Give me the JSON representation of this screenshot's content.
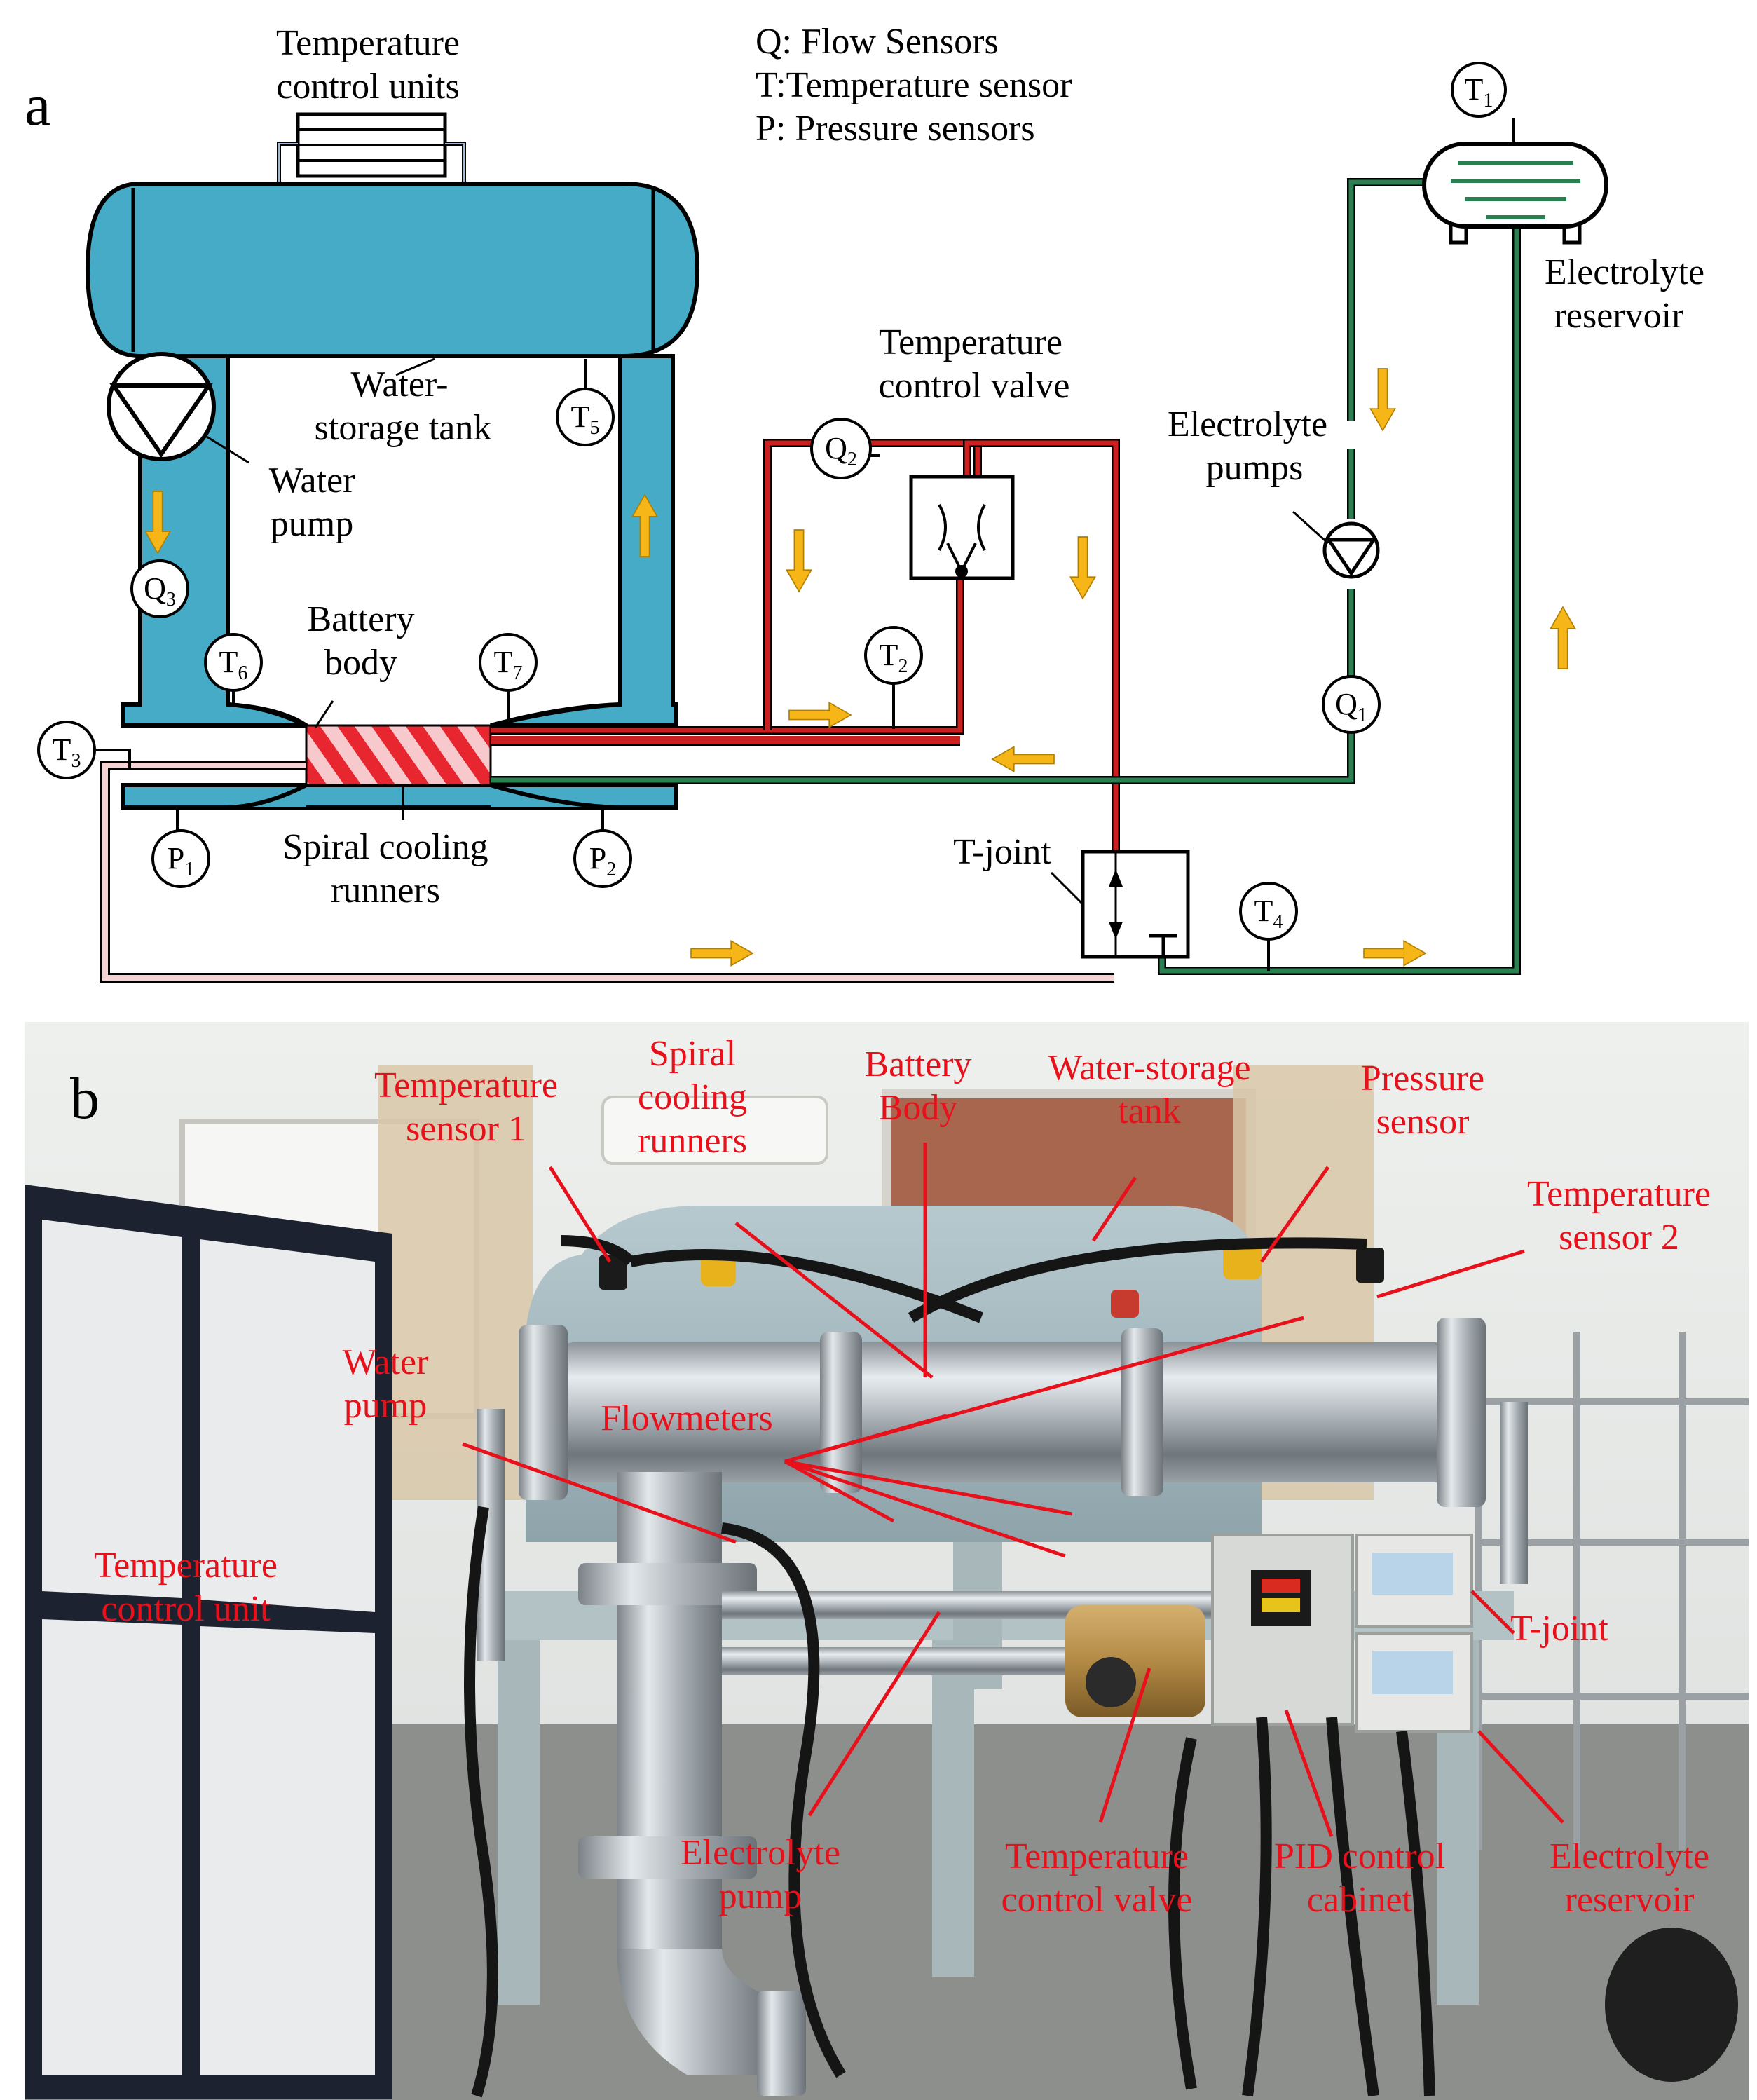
{
  "panel_a": {
    "letter": "a",
    "legend": [
      "Q: Flow Sensors",
      "T:Temperature sensor",
      "P: Pressure sensors"
    ],
    "labels": {
      "temp_control_units": [
        "Temperature",
        "control units"
      ],
      "water_storage_tank": [
        "Water-",
        "storage tank"
      ],
      "water_pump": [
        "Water",
        "pump"
      ],
      "battery_body": [
        "Battery",
        "body"
      ],
      "spiral_runners": [
        "Spiral cooling",
        "runners"
      ],
      "temp_control_valve": [
        "Temperature",
        "control valve"
      ],
      "electrolyte_pumps": [
        "Electrolyte",
        "pumps"
      ],
      "electrolyte_reservoir": [
        "Electrolyte",
        "reservoir"
      ],
      "t_joint": "T-joint"
    },
    "sensors": {
      "T1": {
        "base": "T",
        "sub": "1"
      },
      "T2": {
        "base": "T",
        "sub": "2"
      },
      "T3": {
        "base": "T",
        "sub": "3"
      },
      "T4": {
        "base": "T",
        "sub": "4"
      },
      "T5": {
        "base": "T",
        "sub": "5"
      },
      "T6": {
        "base": "T",
        "sub": "6"
      },
      "T7": {
        "base": "T",
        "sub": "7"
      },
      "Q1": {
        "base": "Q",
        "sub": "1"
      },
      "Q2": {
        "base": "Q",
        "sub": "2"
      },
      "Q3": {
        "base": "Q",
        "sub": "3"
      },
      "P1": {
        "base": "P",
        "sub": "1"
      },
      "P2": {
        "base": "P",
        "sub": "2"
      }
    },
    "colors": {
      "water": "#45abc7",
      "hot_line": "#cc1f1f",
      "electrolyte_line": "#2a8050",
      "return_line": "#f2d2d2",
      "flow_arrow": "#f6b618"
    }
  },
  "panel_b": {
    "letter": "b",
    "labels": {
      "temp_sensor_1": [
        "Temperature",
        "sensor 1"
      ],
      "spiral_runners": [
        "Spiral",
        "cooling",
        "runners"
      ],
      "battery_body": [
        "Battery",
        "Body"
      ],
      "water_storage_tank": [
        "Water-storage",
        "tank"
      ],
      "pressure_sensor": [
        "Pressure",
        "sensor"
      ],
      "temp_sensor_2": [
        "Temperature",
        "sensor 2"
      ],
      "water_pump": [
        "Water",
        "pump"
      ],
      "flowmeters": "Flowmeters",
      "temp_control_unit": [
        "Temperature",
        "control unit"
      ],
      "t_joint": "T-joint",
      "electrolyte_pump": [
        "Electrolyte",
        "pump"
      ],
      "temp_control_valve": [
        "Temperature",
        "control valve"
      ],
      "pid_cabinet": [
        "PID control",
        "cabinet"
      ],
      "electrolyte_reservoir": [
        "Electrolyte",
        "reservoir"
      ]
    },
    "colors": {
      "annotation": "#e8101a"
    }
  }
}
